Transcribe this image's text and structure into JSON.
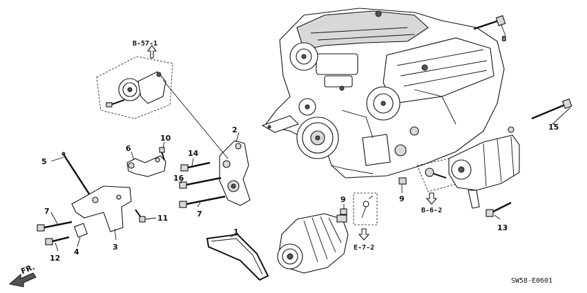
{
  "callouts": [
    {
      "key": "c1",
      "text": "1"
    },
    {
      "key": "c2",
      "text": "2"
    },
    {
      "key": "c3",
      "text": "3"
    },
    {
      "key": "c4",
      "text": "4"
    },
    {
      "key": "c5",
      "text": "5"
    },
    {
      "key": "c6",
      "text": "6"
    },
    {
      "key": "c7a",
      "text": "7"
    },
    {
      "key": "c7b",
      "text": "7"
    },
    {
      "key": "c8",
      "text": "8"
    },
    {
      "key": "c9a",
      "text": "9"
    },
    {
      "key": "c9b",
      "text": "9"
    },
    {
      "key": "c10",
      "text": "10"
    },
    {
      "key": "c11",
      "text": "11"
    },
    {
      "key": "c12",
      "text": "12"
    },
    {
      "key": "c13",
      "text": "13"
    },
    {
      "key": "c14",
      "text": "14"
    },
    {
      "key": "c15",
      "text": "15"
    },
    {
      "key": "c16",
      "text": "16"
    }
  ],
  "refs": {
    "r1": "B-57-1",
    "r2": "B-6-2",
    "r3": "E-7-2"
  },
  "front_label": "FR.",
  "diagram_code": "SW58-E0601"
}
